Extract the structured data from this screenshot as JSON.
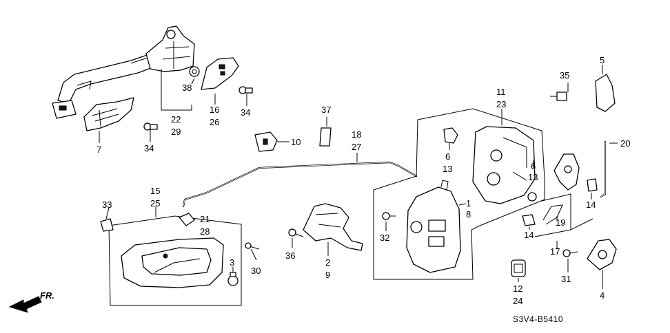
{
  "callouts": {
    "c1": "1",
    "c8": "8",
    "c2": "2",
    "c9": "9",
    "c3": "3",
    "c4": "4",
    "c5": "5",
    "c6a": "6",
    "c13a": "13",
    "c6b": "6",
    "c13b": "13",
    "c7": "7",
    "c10": "10",
    "c11": "11",
    "c23": "23",
    "c12": "12",
    "c24": "24",
    "c14a": "14",
    "c14b": "14",
    "c15": "15",
    "c25": "25",
    "c16": "16",
    "c26": "26",
    "c17": "17",
    "c18": "18",
    "c27": "27",
    "c19": "19",
    "c20": "20",
    "c21": "21",
    "c28": "28",
    "c22": "22",
    "c29": "29",
    "c30": "30",
    "c31": "31",
    "c32": "32",
    "c33": "33",
    "c34a": "34",
    "c34b": "34",
    "c35": "35",
    "c36": "36",
    "c37": "37",
    "c38": "38"
  },
  "front_indicator": "FR.",
  "diagram_code": "S3V4-B5410"
}
